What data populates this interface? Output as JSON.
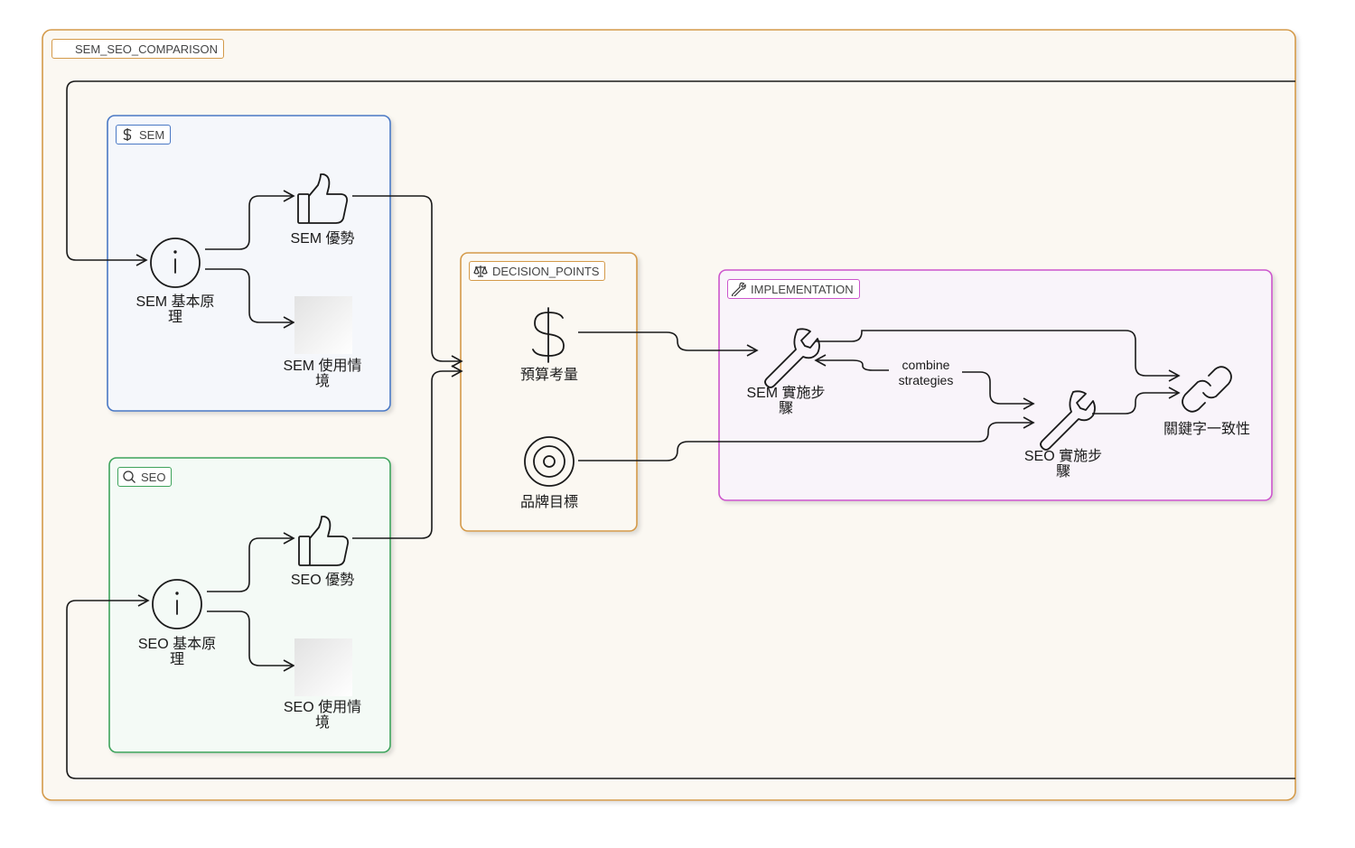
{
  "outer_group": {
    "label": "SEM_SEO_COMPARISON",
    "border_color": "#d49a4a",
    "fill": "#fbf8f2"
  },
  "groups": {
    "sem": {
      "label": "SEM",
      "icon": "dollar-icon",
      "border_color": "#4a78c4",
      "fill": "#f5f7fb"
    },
    "seo": {
      "label": "SEO",
      "icon": "search-icon",
      "border_color": "#3ea35b",
      "fill": "#f4faf6"
    },
    "decision": {
      "label": "DECISION_POINTS",
      "icon": "scale-icon",
      "border_color": "#d49a4a",
      "fill": "#fbf8f2"
    },
    "implementation": {
      "label": "IMPLEMENTATION",
      "icon": "wrench-icon",
      "border_color": "#cc55cc",
      "fill": "#f9f4fa"
    }
  },
  "nodes": {
    "sem_basic": {
      "label": "SEM 基本原理",
      "icon": "info-icon"
    },
    "sem_adv": {
      "label": "SEM 優勢",
      "icon": "thumbs-up-icon"
    },
    "sem_use": {
      "label": "SEM 使用情境",
      "icon": "placeholder-image-icon"
    },
    "seo_basic": {
      "label": "SEO 基本原理",
      "icon": "info-icon"
    },
    "seo_adv": {
      "label": "SEO 優勢",
      "icon": "thumbs-up-icon"
    },
    "seo_use": {
      "label": "SEO 使用情境",
      "icon": "placeholder-image-icon"
    },
    "budget": {
      "label": "預算考量",
      "icon": "dollar-icon"
    },
    "brand": {
      "label": "品牌目標",
      "icon": "target-icon"
    },
    "sem_impl": {
      "label": "SEM 實施步驟",
      "icon": "wrench-icon"
    },
    "seo_impl": {
      "label": "SEO 實施步驟",
      "icon": "wrench-icon"
    },
    "keyword": {
      "label": "關鍵字一致性",
      "icon": "link-icon"
    }
  },
  "edges": {
    "combine_label": "combine strategies"
  },
  "colors": {
    "edge": "#1a1a1a"
  }
}
